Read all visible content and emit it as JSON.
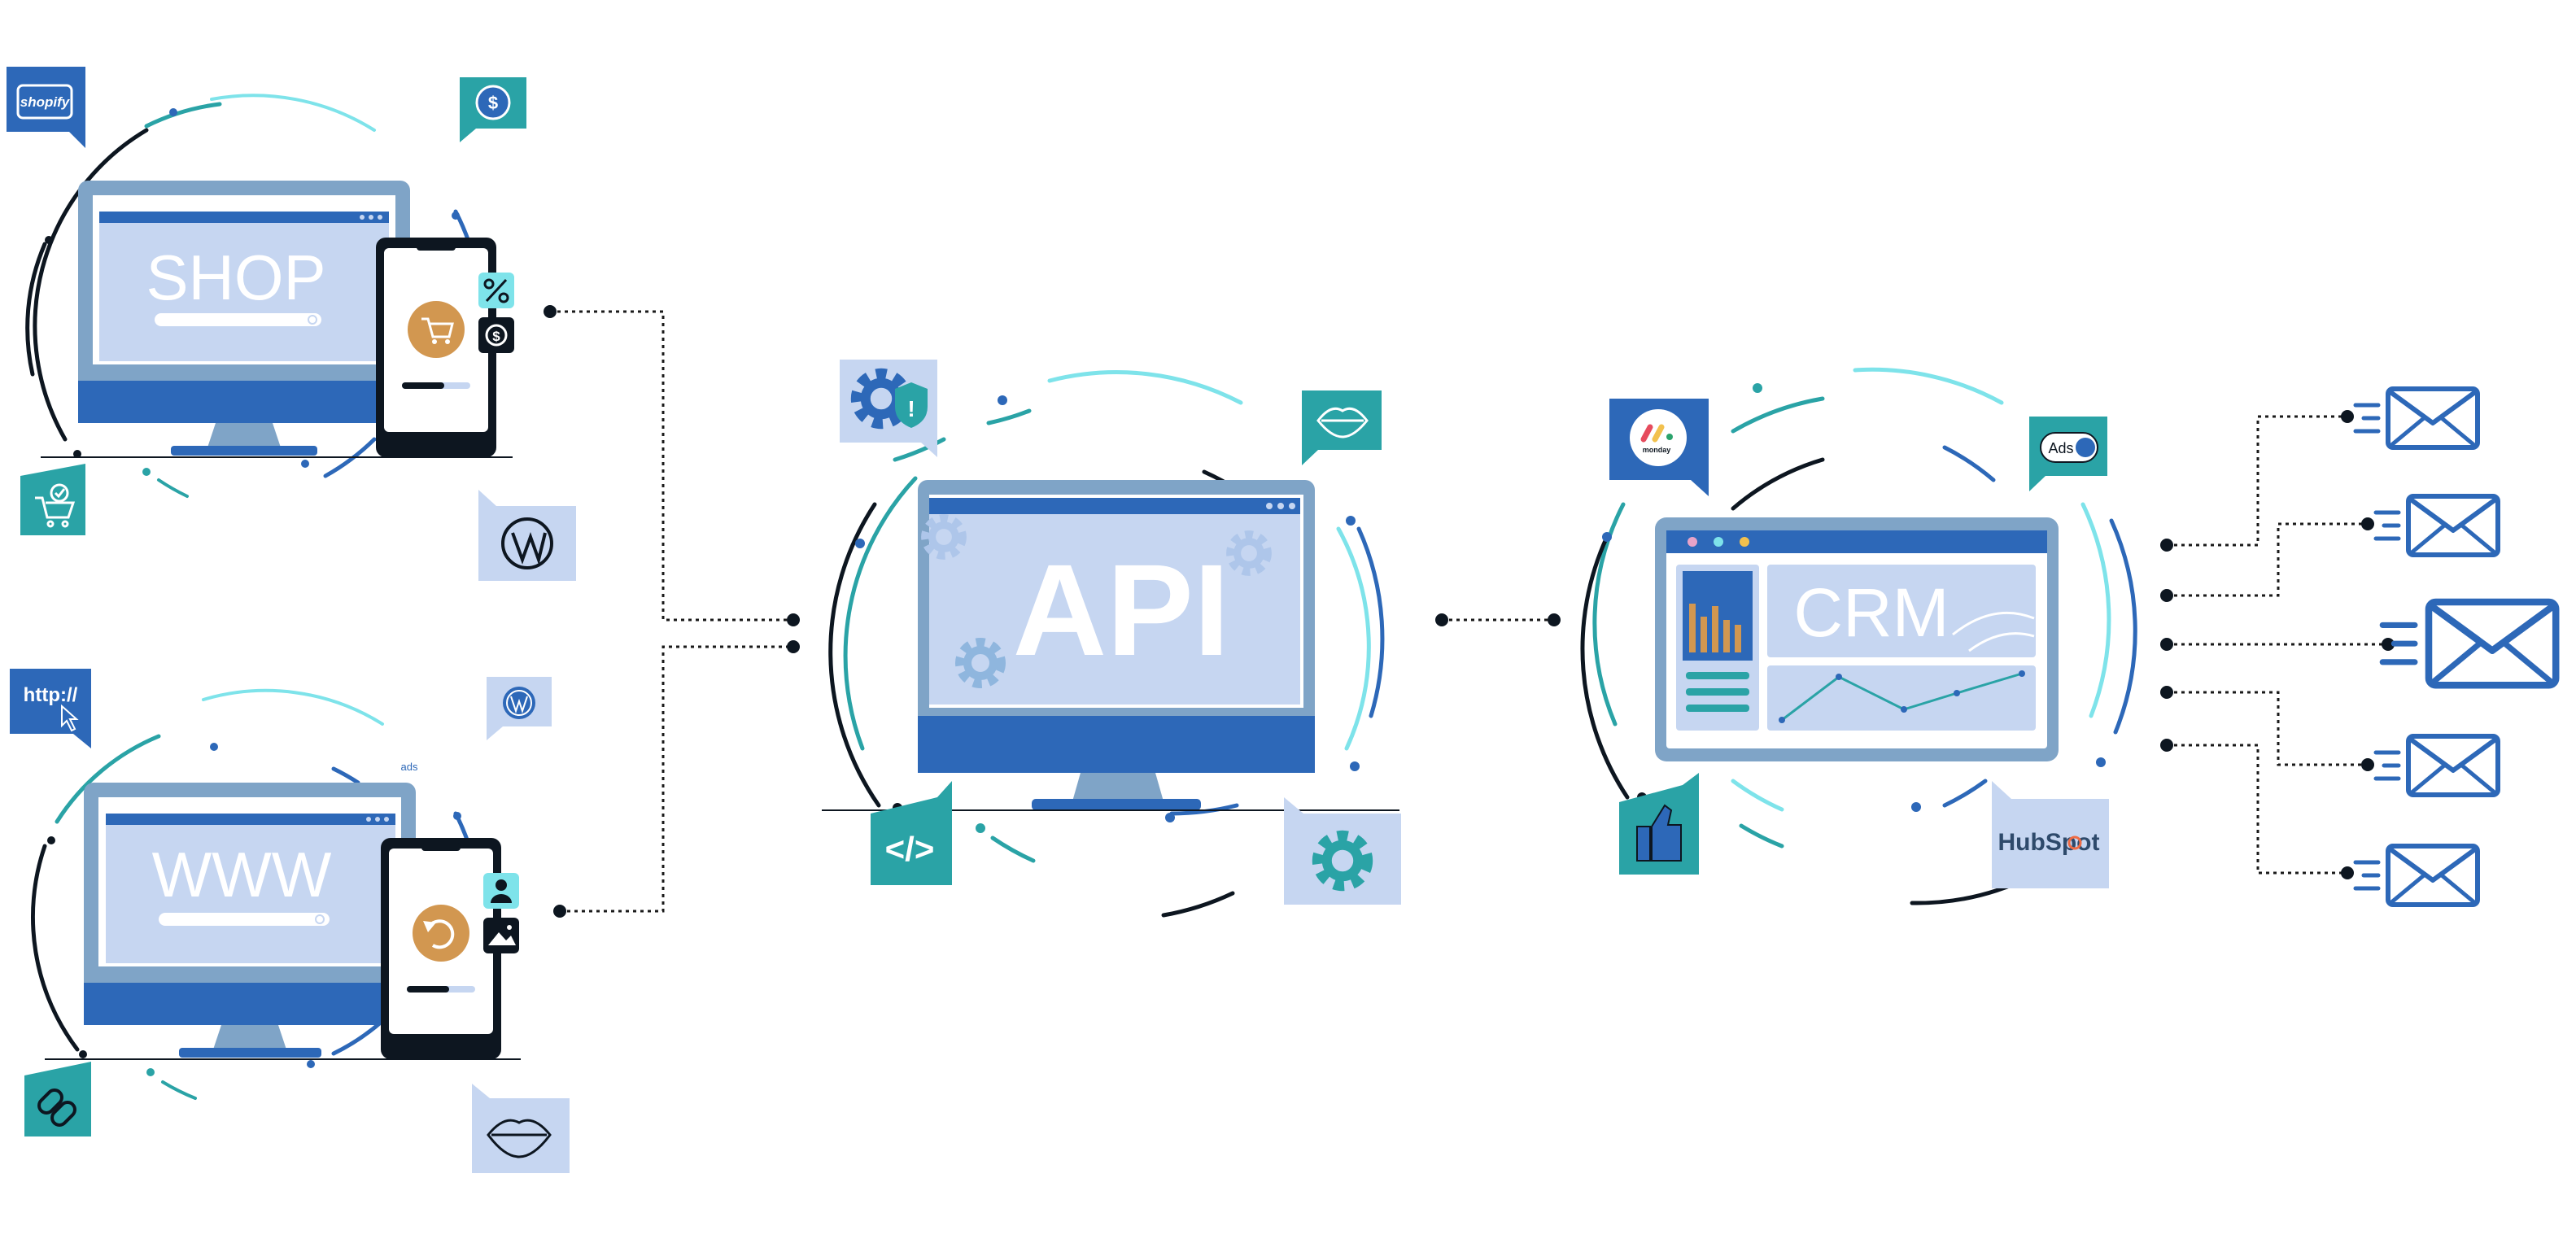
{
  "colors": {
    "navy": "#2d68b8",
    "light_blue": "#c6d6f1",
    "frame_blue": "#7fa4c7",
    "teal": "#2aa3a6",
    "cyan": "#7ee3ea",
    "orange": "#d29750",
    "black": "#0d1620",
    "white": "#ffffff"
  },
  "shop_station": {
    "screen_text": "SHOP",
    "phone_icon": "shopping-cart-icon",
    "side_icons": [
      "percent-icon",
      "dollar-icon"
    ],
    "badges": [
      {
        "name": "shopify-badge",
        "text": "shopify",
        "icon": "shopify-logo-icon"
      },
      {
        "name": "dollar-badge",
        "icon": "dollar-icon"
      },
      {
        "name": "cart-check-badge",
        "icon": "cart-check-icon"
      },
      {
        "name": "wordpress-badge",
        "icon": "wordpress-icon"
      }
    ]
  },
  "www_station": {
    "screen_text": "WWW",
    "small_text": "ads",
    "phone_icon": "refresh-icon",
    "side_icons": [
      "user-icon",
      "image-icon"
    ],
    "badges": [
      {
        "name": "http-badge",
        "text": "http://",
        "icon": "cursor-icon"
      },
      {
        "name": "wordpress-badge-small",
        "icon": "wordpress-icon"
      },
      {
        "name": "link-badge",
        "icon": "link-icon"
      },
      {
        "name": "lips-badge",
        "icon": "lips-icon"
      }
    ]
  },
  "api_hub": {
    "screen_text": "API",
    "badges": [
      {
        "name": "gear-shield-badge",
        "icon": "gear-shield-icon"
      },
      {
        "name": "lips-badge-api",
        "icon": "lips-icon"
      },
      {
        "name": "code-badge",
        "text": "</>",
        "icon": "code-icon"
      },
      {
        "name": "gear-badge",
        "icon": "gear-icon"
      }
    ]
  },
  "crm_station": {
    "screen_text": "CRM",
    "badges": [
      {
        "name": "monday-badge",
        "text": "monday",
        "icon": "monday-logo-icon"
      },
      {
        "name": "ads-badge",
        "text": "Ads",
        "icon": "toggle-icon"
      },
      {
        "name": "like-badge",
        "icon": "thumbs-up-icon"
      },
      {
        "name": "hubspot-badge",
        "text": "HubSpot",
        "icon": "hubspot-logo-icon"
      }
    ]
  },
  "email_targets": [
    {
      "name": "email-1",
      "icon": "envelope-icon"
    },
    {
      "name": "email-2",
      "icon": "envelope-icon"
    },
    {
      "name": "email-3",
      "icon": "envelope-icon"
    },
    {
      "name": "email-4",
      "icon": "envelope-icon"
    },
    {
      "name": "email-5",
      "icon": "envelope-icon"
    }
  ]
}
